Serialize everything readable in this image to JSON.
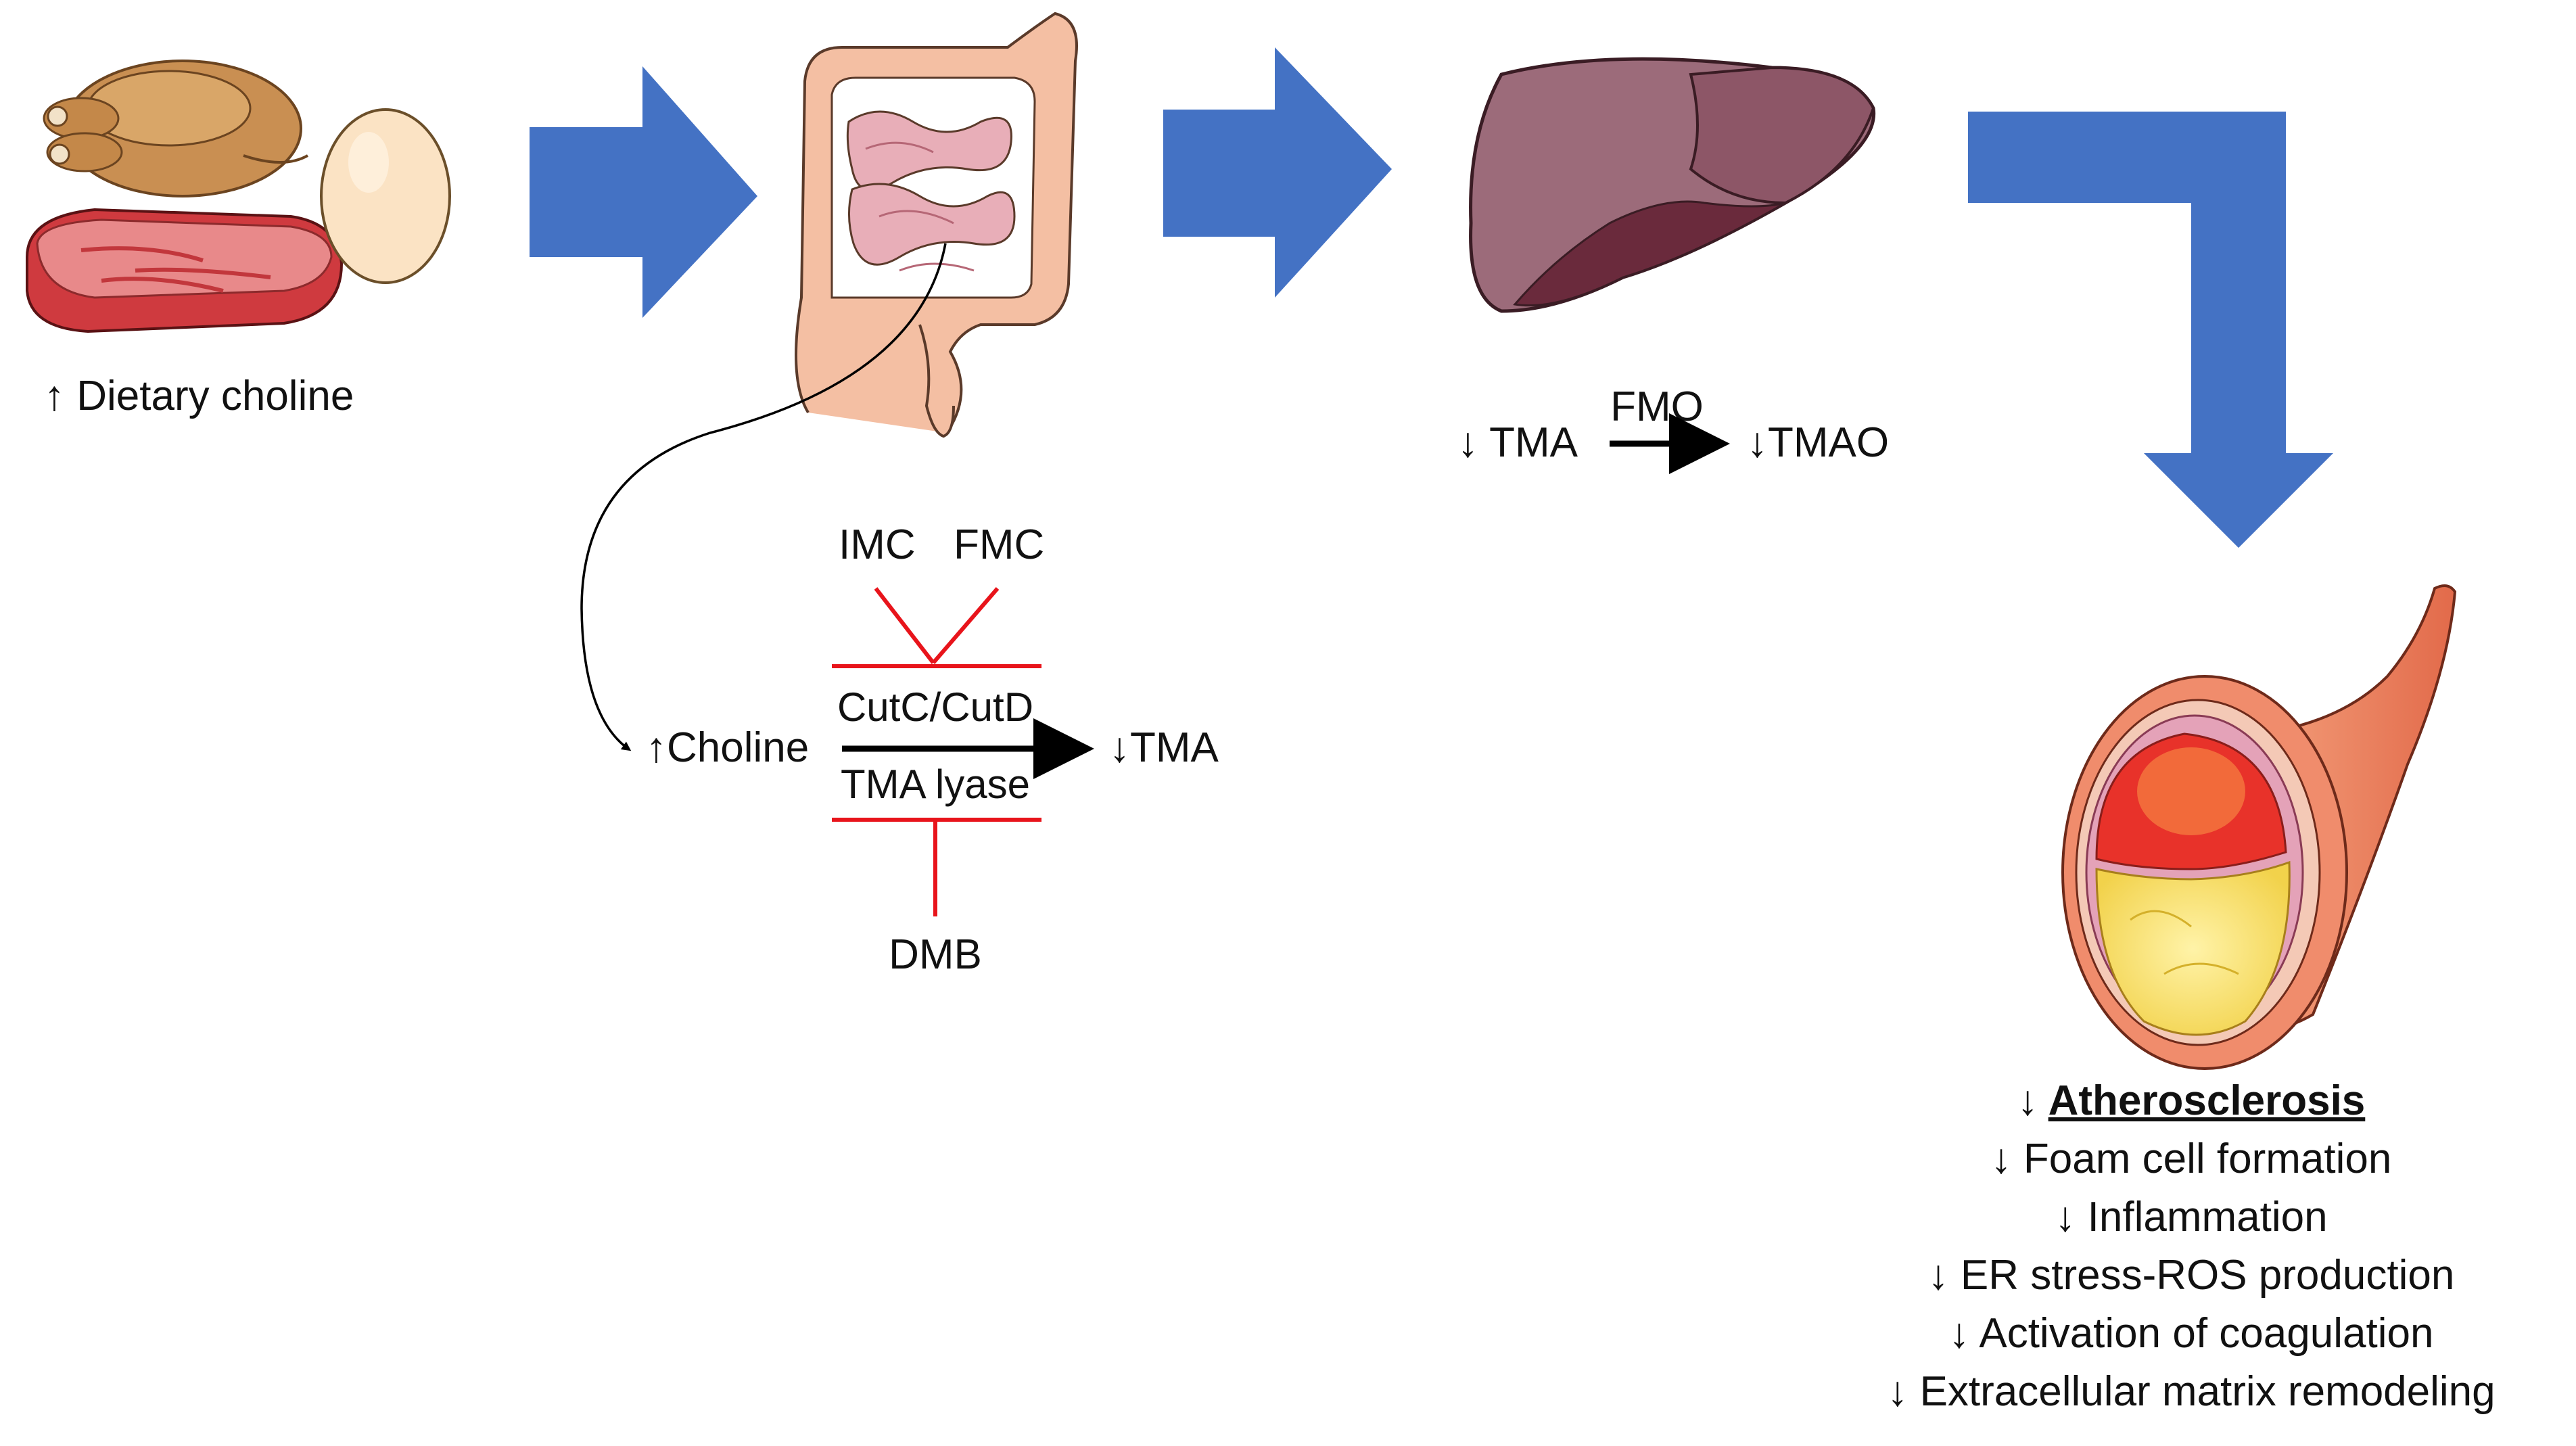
{
  "colors": {
    "flow_arrow": "#4472C4",
    "inhibitor": "#E8141B",
    "reaction_arrow": "#000000"
  },
  "food": {
    "icons": [
      "roast-chicken",
      "red-meat",
      "egg"
    ],
    "label": "↑ Dietary choline"
  },
  "gut": {
    "icon": "intestine",
    "pathway": {
      "inhibitors_top": [
        "IMC",
        "FMC"
      ],
      "enzyme": "CutC/CutD",
      "enzyme_desc": "TMA lyase",
      "inhibitor_bottom": "DMB",
      "substrate": "↑Choline",
      "product": "↓TMA"
    }
  },
  "liver": {
    "icon": "liver",
    "substrate": "↓ TMA",
    "enzyme": "FMO",
    "product": "↓TMAO"
  },
  "artery": {
    "icon": "atherosclerotic-artery",
    "outcome_arrow": "↓",
    "outcome_title": "Atherosclerosis",
    "effects": [
      "↓ Foam cell formation",
      "↓ Inflammation",
      "↓ ER stress-ROS production",
      "↓ Activation of coagulation",
      "↓ Extracellular matrix remodeling"
    ]
  }
}
